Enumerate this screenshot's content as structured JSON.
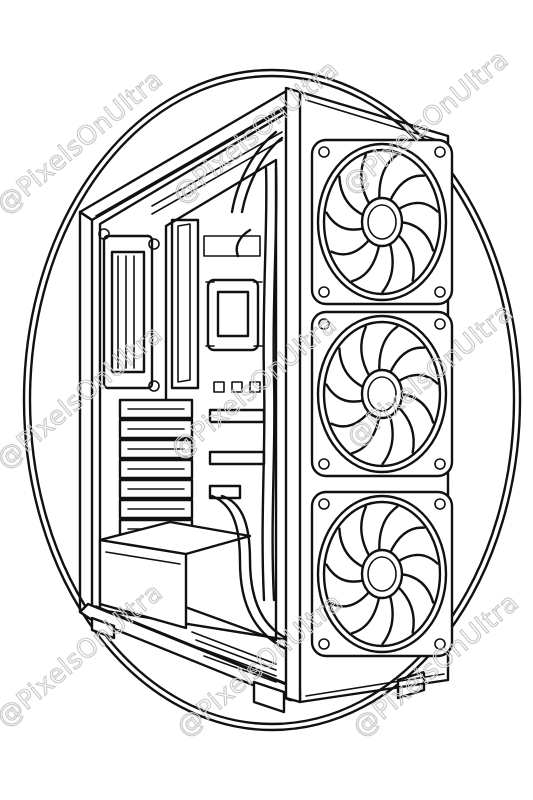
{
  "image": {
    "subject": "pc-tower-case-coloring-page",
    "line_color": "#111111",
    "background_color": "#ffffff",
    "fan_count": 3,
    "fan_blade_count": 11
  },
  "watermark": {
    "text": "@PixelsOnUltra",
    "color": "#c8c8c8"
  }
}
